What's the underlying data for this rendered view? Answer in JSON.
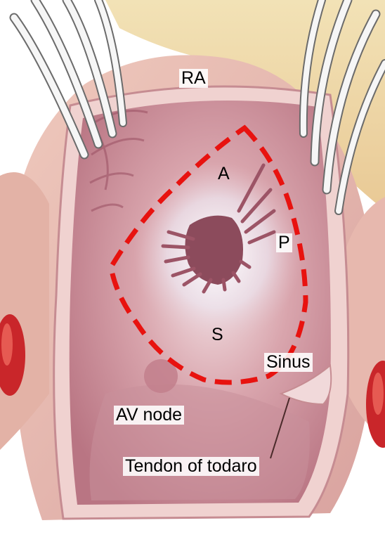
{
  "image": {
    "subject": "Surgical view of opened right atrium with marked region",
    "colors": {
      "tissue": "#c98d98",
      "tissue_dark": "#8c4b5c",
      "background_fat": "#efd8a8",
      "wall_light": "#f2d6d4",
      "dashed_outline": "#e8120f",
      "retractor": "#f4f4f4",
      "vessel_red": "#c9262a"
    }
  },
  "labels": {
    "ra": "RA",
    "a": "A",
    "p": "P",
    "s": "S",
    "sinus": "Sinus",
    "av_node": "AV node",
    "tendon": "Tendon of todaro"
  }
}
